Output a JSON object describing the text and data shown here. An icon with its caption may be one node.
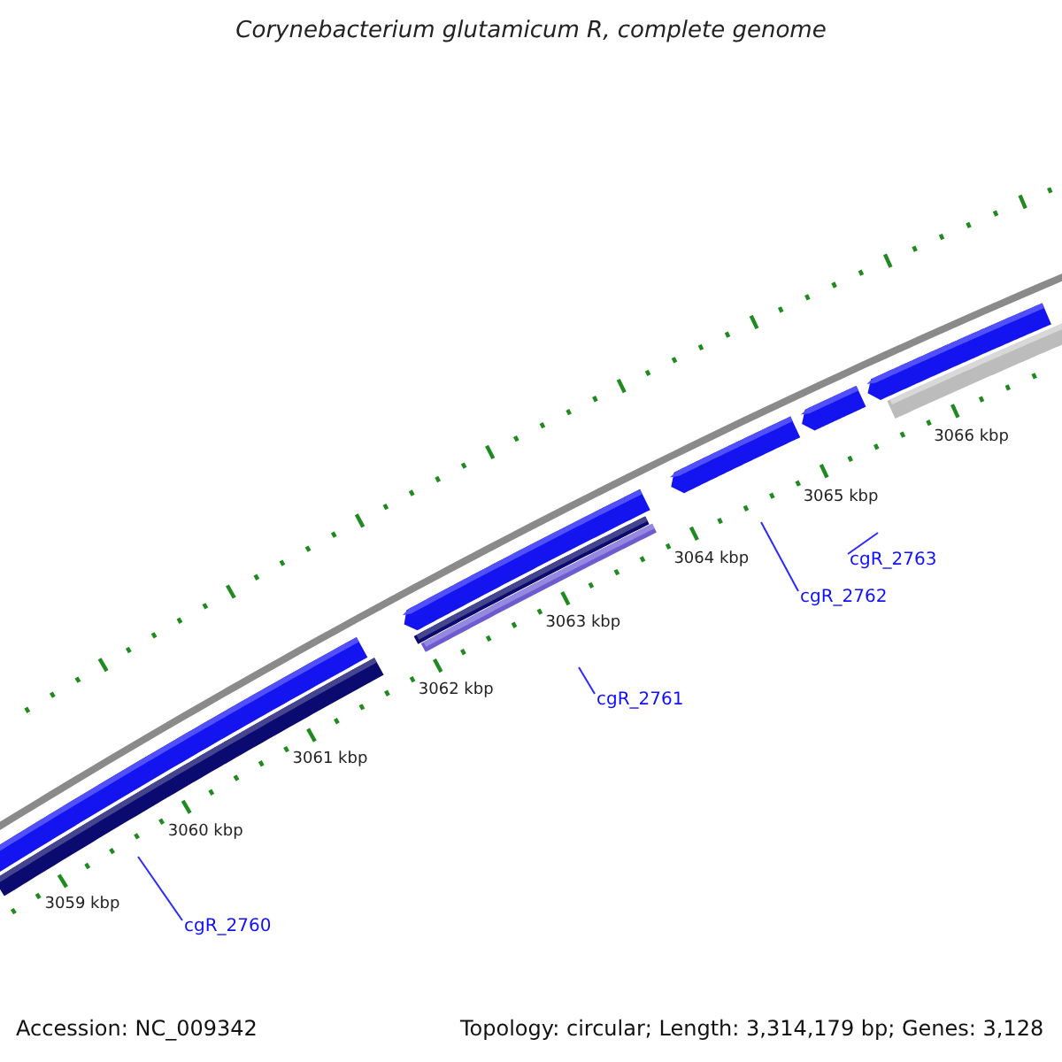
{
  "diagram": {
    "title": "Corynebacterium glutamicum R, complete genome",
    "nodes": [
      {
        "text": [
          "cgR_2760"
        ]
      },
      {
        "text": [
          "cgR_2761"
        ]
      },
      {
        "text": [
          "cgR_2762"
        ]
      },
      {
        "text": [
          "cgR_2763"
        ]
      }
    ],
    "edges": [
      {
        "from": 0,
        "to": null,
        "arrow": "none"
      },
      {
        "from": 1,
        "to": null,
        "arrow": "none"
      },
      {
        "from": 2,
        "to": null,
        "arrow": "none"
      },
      {
        "from": 3,
        "to": null,
        "arrow": "none"
      }
    ],
    "labels": [
      "3059 kbp",
      "3060 kbp",
      "3061 kbp",
      "3062 kbp",
      "3063 kbp",
      "3064 kbp",
      "3065 kbp",
      "3066 kbp",
      "Accession: NC_009342",
      "Topology: circular; Length: 3,314,179 bp; Genes: 3,128"
    ]
  }
}
